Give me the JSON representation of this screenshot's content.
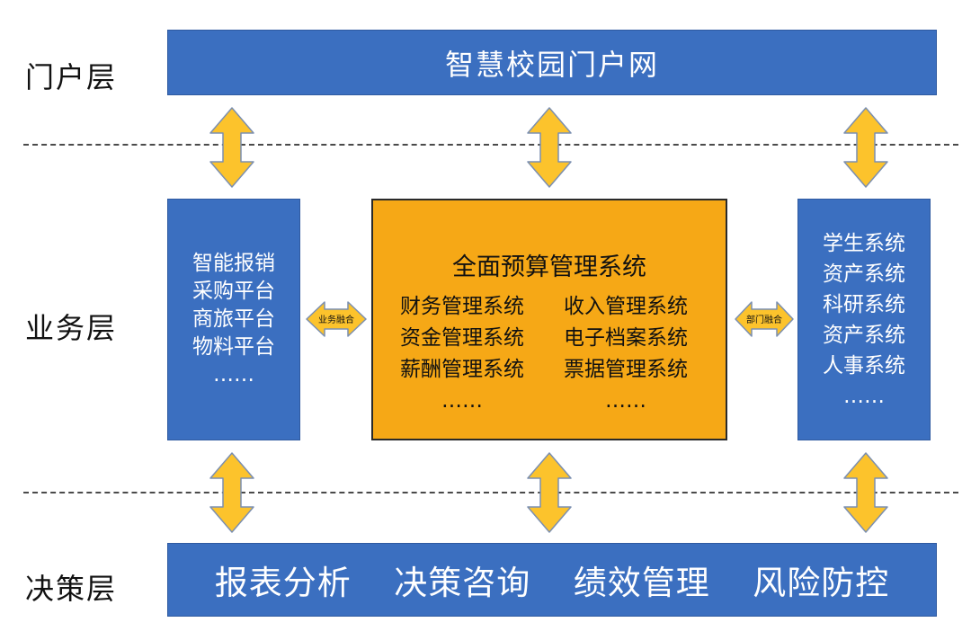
{
  "layers": {
    "portal": "门户层",
    "business": "业务层",
    "decision": "决策层"
  },
  "portal_box": {
    "title": "智慧校园门户网"
  },
  "left_box": {
    "items": [
      "智能报销",
      "采购平台",
      "商旅平台",
      "物料平台",
      "……"
    ]
  },
  "core_box": {
    "title": "全面预算管理系统",
    "left_items": [
      "财务管理系统",
      "资金管理系统",
      "薪酬管理系统",
      "……"
    ],
    "right_items": [
      "收入管理系统",
      "电子档案系统",
      "票据管理系统",
      "……"
    ]
  },
  "right_box": {
    "items": [
      "学生系统",
      "资产系统",
      "科研系统",
      "资产系统",
      "人事系统",
      "……"
    ]
  },
  "decision_box": {
    "items": [
      "报表分析",
      "决策咨询",
      "绩效管理",
      "风险防控"
    ]
  },
  "connectors": {
    "left_label": "业务融合",
    "right_label": "部门融合"
  },
  "colors": {
    "blue": "#3b6fc0",
    "orange": "#f6a816",
    "arrow": "#fcc32c"
  }
}
